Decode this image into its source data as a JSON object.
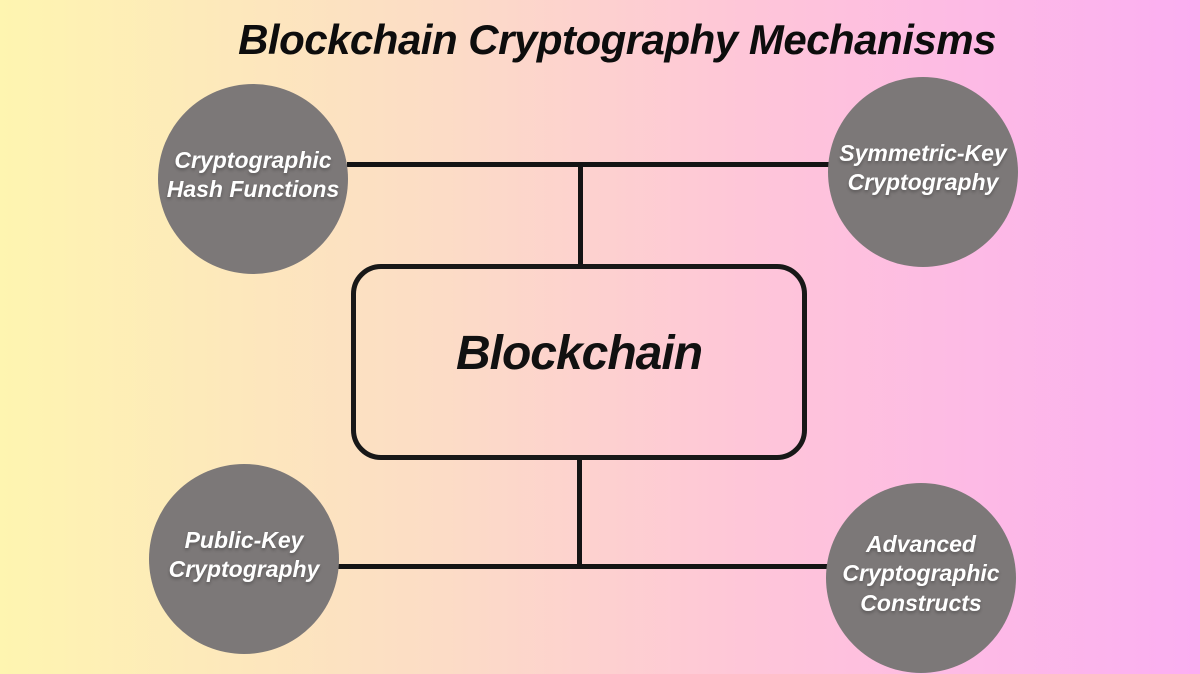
{
  "title": "Blockchain Cryptography Mechanisms",
  "center": {
    "label": "Blockchain"
  },
  "nodes": [
    {
      "id": "cryptographic-hash-functions",
      "label": "Cryptographic Hash Functions",
      "position": "top-left"
    },
    {
      "id": "symmetric-key-cryptography",
      "label": "Symmetric-Key Cryptography",
      "position": "top-right"
    },
    {
      "id": "public-key-cryptography",
      "label": "Public-Key Cryptography",
      "position": "bottom-left"
    },
    {
      "id": "advanced-cryptographic-constructs",
      "label": "Advanced Cryptographic Constructs",
      "position": "bottom-right"
    }
  ],
  "connectors": [
    {
      "id": "top-horizontal",
      "from": "cryptographic-hash-functions",
      "to": "symmetric-key-cryptography"
    },
    {
      "id": "top-vertical",
      "from": "top-horizontal",
      "to": "blockchain"
    },
    {
      "id": "bottom-vertical",
      "from": "blockchain",
      "to": "bottom-horizontal"
    },
    {
      "id": "bottom-horizontal",
      "from": "public-key-cryptography",
      "to": "advanced-cryptographic-constructs"
    }
  ],
  "colors": {
    "background_gradient": [
      "#fef5b0",
      "#fcdcc6",
      "#fec6d8",
      "#fcaef2"
    ],
    "node_fill": "#7c7878",
    "node_text": "#ffffff",
    "line": "#141414",
    "title_text": "#0d0d0d",
    "center_border": "#181818",
    "center_text": "#111111"
  }
}
